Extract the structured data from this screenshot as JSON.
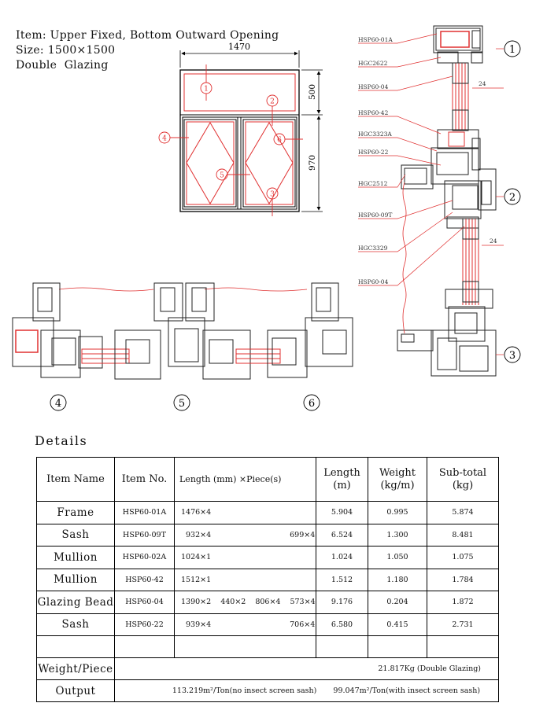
{
  "header": {
    "item": "Item: Upper Fixed, Bottom Outward Opening",
    "size": "Size: 1500×1500",
    "glazing": "Double  Glazing"
  },
  "elevation": {
    "width_dim": "1470",
    "upper_dim": "500",
    "lower_dim": "970",
    "markers": [
      "1",
      "2",
      "3",
      "4",
      "5",
      "6"
    ]
  },
  "section_labels": {
    "vertical": [
      "HSP60-01A",
      "HGC2622",
      "HSP60-04",
      "HSP60-42",
      "HGC3323A",
      "HSP60-22",
      "HGC2512",
      "HSP60-09T",
      "HGC3329",
      "HSP60-04"
    ],
    "glass_dim_1": "24",
    "glass_dim_2": "24",
    "vertical_markers": [
      "1",
      "2",
      "3"
    ],
    "horizontal_markers": [
      "4",
      "5",
      "6"
    ]
  },
  "details": {
    "title": "Details",
    "headers": {
      "name": "Item Name",
      "no": "Item No.",
      "length_piece": "Length (mm) ×Piece(s)",
      "length_l1": "Length",
      "length_l2": "(m)",
      "weight_l1": "Weight",
      "weight_l2": "(kg/m)",
      "subtotal_l1": "Sub-total",
      "subtotal_l2": "(kg)"
    },
    "rows": [
      {
        "name": "Frame",
        "no": "HSP60-01A",
        "lp": [
          "1476×4"
        ],
        "length": "5.904",
        "weight": "0.995",
        "subtotal": "5.874"
      },
      {
        "name": "Sash",
        "no": "HSP60-09T",
        "lp": [
          "932×4",
          "699×4"
        ],
        "length": "6.524",
        "weight": "1.300",
        "subtotal": "8.481"
      },
      {
        "name": "Mullion",
        "no": "HSP60-02A",
        "lp": [
          "1024×1"
        ],
        "length": "1.024",
        "weight": "1.050",
        "subtotal": "1.075"
      },
      {
        "name": "Mullion",
        "no": "HSP60-42",
        "lp": [
          "1512×1"
        ],
        "length": "1.512",
        "weight": "1.180",
        "subtotal": "1.784"
      },
      {
        "name": "Glazing Bead",
        "no": "HSP60-04",
        "lp": [
          "1390×2",
          "440×2",
          "806×4",
          "573×4"
        ],
        "length": "9.176",
        "weight": "0.204",
        "subtotal": "1.872"
      },
      {
        "name": "Sash",
        "no": "HSP60-22",
        "lp": [
          "939×4",
          "706×4"
        ],
        "length": "6.580",
        "weight": "0.415",
        "subtotal": "2.731"
      }
    ],
    "weight_piece_label": "Weight/Piece",
    "weight_piece_value": "21.817Kg (Double  Glazing)",
    "output_label": "Output",
    "output_value_1": "113.219m²/Ton(no insect screen sash)",
    "output_value_2": "99.047m²/Ton(with insect screen sash)"
  }
}
